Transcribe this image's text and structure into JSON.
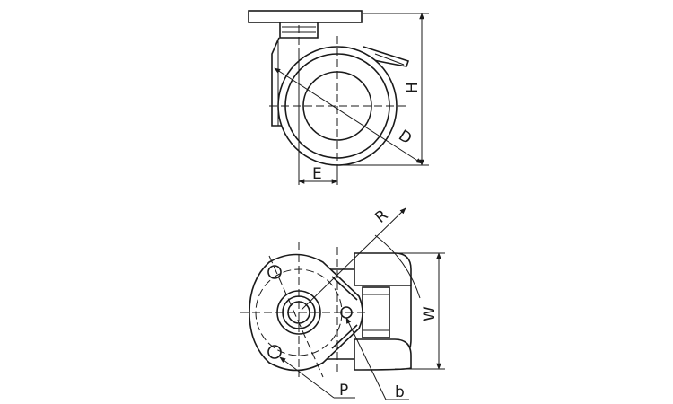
{
  "labels": {
    "height": "H",
    "diameter": "D",
    "offset": "E",
    "radius": "R",
    "width": "W",
    "pitch": "P",
    "bolt": "b"
  }
}
